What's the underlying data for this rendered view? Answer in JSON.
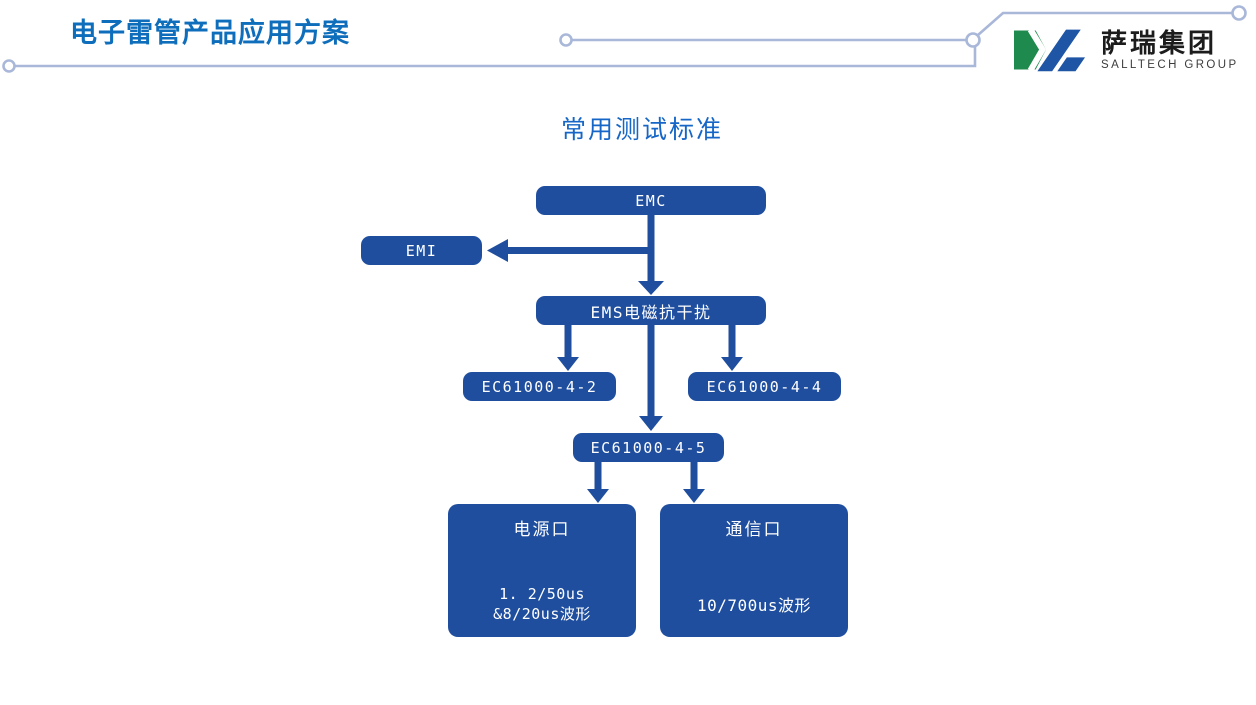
{
  "header": {
    "title": "电子雷管产品应用方案",
    "logo": {
      "name": "萨瑞集团",
      "subtitle": "SALLTECH GROUP"
    }
  },
  "diagram": {
    "title": "常用测试标准",
    "nodes": {
      "emc": {
        "label": "EMC"
      },
      "emi": {
        "label": "EMI"
      },
      "ems": {
        "label": "EMS电磁抗干扰"
      },
      "ec_4_2": {
        "label": "EC61000-4-2"
      },
      "ec_4_4": {
        "label": "EC61000-4-4"
      },
      "ec_4_5": {
        "label": "EC61000-4-5"
      },
      "power_port": {
        "title": "电源口",
        "detail_line1": "1. 2/50us",
        "detail_line2": "&8/20us波形"
      },
      "comm_port": {
        "title": "通信口",
        "detail_line1": "10/700us波形"
      }
    }
  },
  "colors": {
    "node_blue": "#1F4E9F",
    "title_blue": "#0E6EBB",
    "subtitle_blue": "#1566C6",
    "deco_line": "#A9B7D9",
    "logo_green": "#1F8A4D",
    "logo_blue": "#1E55A5"
  }
}
